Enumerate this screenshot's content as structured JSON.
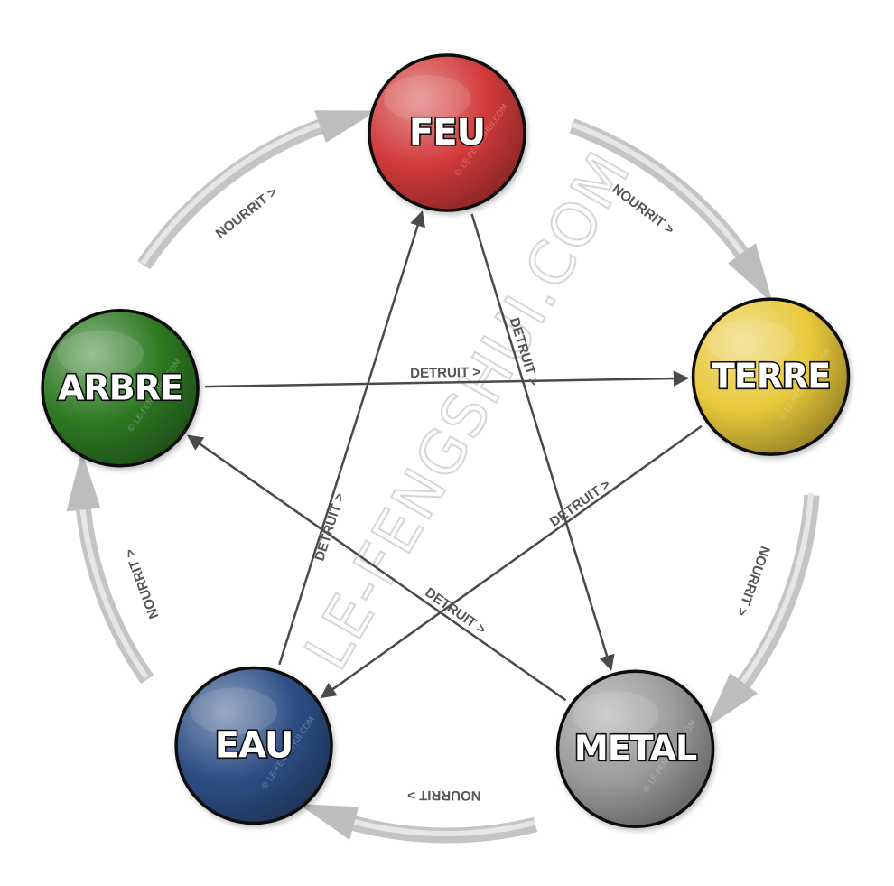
{
  "elements": [
    {
      "id": "feu",
      "label": "FEU",
      "color": "#d23a3a"
    },
    {
      "id": "terre",
      "label": "TERRE",
      "color": "#e8c83a"
    },
    {
      "id": "metal",
      "label": "METAL",
      "color": "#9a9a9a"
    },
    {
      "id": "eau",
      "label": "EAU",
      "color": "#2e4f86"
    },
    {
      "id": "arbre",
      "label": "ARBRE",
      "color": "#2e7a23"
    }
  ],
  "nourishing_cycle": {
    "label": "NOURRIT >",
    "edges": [
      {
        "from": "feu",
        "to": "terre"
      },
      {
        "from": "terre",
        "to": "metal"
      },
      {
        "from": "metal",
        "to": "eau"
      },
      {
        "from": "eau",
        "to": "arbre"
      },
      {
        "from": "arbre",
        "to": "feu"
      }
    ]
  },
  "destructive_cycle": {
    "label": "DETRUIT >",
    "edges": [
      {
        "from": "arbre",
        "to": "terre"
      },
      {
        "from": "feu",
        "to": "metal"
      },
      {
        "from": "terre",
        "to": "eau"
      },
      {
        "from": "metal",
        "to": "arbre"
      },
      {
        "from": "eau",
        "to": "feu"
      }
    ]
  },
  "watermark": "© LE-FENGSHUI.COM",
  "node_watermark": "© LE-FENGSHUI.COM"
}
